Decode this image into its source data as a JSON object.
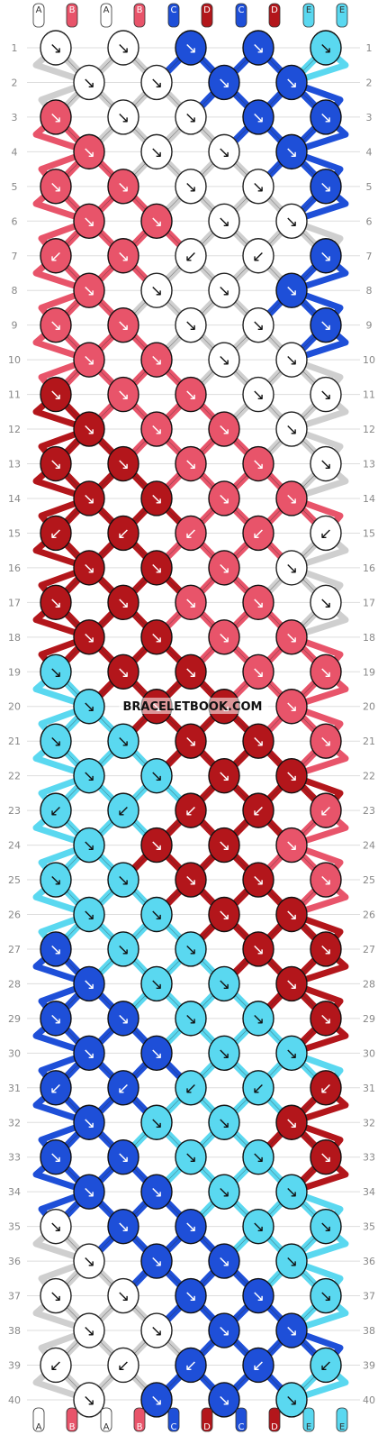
{
  "watermark": "BRACELETBOOK.COM",
  "colors": {
    "A": "#ffffff",
    "B": "#e8546a",
    "C": "#1e4fd8",
    "D": "#b3161b",
    "E": "#5ad8f0"
  },
  "strand_labels_top": [
    "A",
    "B",
    "A",
    "B",
    "C",
    "D",
    "C",
    "D",
    "E",
    "E"
  ],
  "strand_labels_bottom": [
    "A",
    "B",
    "A",
    "B",
    "C",
    "D",
    "C",
    "D",
    "E",
    "E"
  ],
  "row_numbers": [
    "1",
    "2",
    "3",
    "4",
    "5",
    "6",
    "7",
    "8",
    "9",
    "10",
    "11",
    "12",
    "13",
    "14",
    "15",
    "16",
    "17",
    "18",
    "19",
    "20",
    "21",
    "22",
    "23",
    "24",
    "25",
    "26",
    "27",
    "28",
    "29",
    "30",
    "31",
    "32",
    "33",
    "34",
    "35",
    "36",
    "37",
    "38",
    "39",
    "40"
  ],
  "knot_rows": [
    [
      "A",
      "A",
      "C",
      "C",
      "E"
    ],
    [
      "A",
      "A",
      "C",
      "C"
    ],
    [
      "B",
      "A",
      "A",
      "C",
      "C"
    ],
    [
      "B",
      "A",
      "A",
      "C"
    ],
    [
      "B",
      "B",
      "A",
      "A",
      "C"
    ],
    [
      "B",
      "B",
      "A",
      "A"
    ],
    [
      "B",
      "B",
      "A",
      "A",
      "C"
    ],
    [
      "B",
      "A",
      "A",
      "C"
    ],
    [
      "B",
      "B",
      "A",
      "A",
      "C"
    ],
    [
      "B",
      "B",
      "A",
      "A"
    ],
    [
      "D",
      "B",
      "B",
      "A",
      "A"
    ],
    [
      "D",
      "B",
      "B",
      "A"
    ],
    [
      "D",
      "D",
      "B",
      "B",
      "A"
    ],
    [
      "D",
      "D",
      "B",
      "B"
    ],
    [
      "D",
      "D",
      "B",
      "B",
      "A"
    ],
    [
      "D",
      "D",
      "B",
      "A"
    ],
    [
      "D",
      "D",
      "B",
      "B",
      "A"
    ],
    [
      "D",
      "D",
      "B",
      "B"
    ],
    [
      "E",
      "D",
      "D",
      "B",
      "B"
    ],
    [
      "E",
      "D",
      "D",
      "B"
    ],
    [
      "E",
      "E",
      "D",
      "D",
      "B"
    ],
    [
      "E",
      "E",
      "D",
      "D"
    ],
    [
      "E",
      "E",
      "D",
      "D",
      "B"
    ],
    [
      "E",
      "D",
      "D",
      "B"
    ],
    [
      "E",
      "E",
      "D",
      "D",
      "B"
    ],
    [
      "E",
      "E",
      "D",
      "D"
    ],
    [
      "C",
      "E",
      "E",
      "D",
      "D"
    ],
    [
      "C",
      "E",
      "E",
      "D"
    ],
    [
      "C",
      "C",
      "E",
      "E",
      "D"
    ],
    [
      "C",
      "C",
      "E",
      "E"
    ],
    [
      "C",
      "C",
      "E",
      "E",
      "D"
    ],
    [
      "C",
      "E",
      "E",
      "D"
    ],
    [
      "C",
      "C",
      "E",
      "E",
      "D"
    ],
    [
      "C",
      "C",
      "E",
      "E"
    ],
    [
      "A",
      "C",
      "C",
      "E",
      "E"
    ],
    [
      "A",
      "C",
      "C",
      "E"
    ],
    [
      "A",
      "A",
      "C",
      "C",
      "E"
    ],
    [
      "A",
      "A",
      "C",
      "C"
    ],
    [
      "A",
      "A",
      "C",
      "C",
      "E"
    ],
    [
      "A",
      "C",
      "C",
      "E"
    ]
  ],
  "knot_arrows": [
    [
      "↘",
      "↘",
      "↘",
      "↘",
      "↘"
    ],
    [
      "↘",
      "↘",
      "↘",
      "↘"
    ],
    [
      "↘",
      "↘",
      "↘",
      "↘",
      "↘"
    ],
    [
      "↘",
      "↘",
      "↘",
      "↘"
    ],
    [
      "↘",
      "↘",
      "↘",
      "↘",
      "↘"
    ],
    [
      "↘",
      "↘",
      "↘",
      "↘"
    ],
    [
      "↙",
      "↘",
      "↙",
      "↙",
      "↘"
    ],
    [
      "↘",
      "↘",
      "↘",
      "↘"
    ],
    [
      "↘",
      "↘",
      "↘",
      "↘",
      "↘"
    ],
    [
      "↘",
      "↘",
      "↘",
      "↘"
    ],
    [
      "↘",
      "↘",
      "↘",
      "↘",
      "↘"
    ],
    [
      "↘",
      "↘",
      "↘",
      "↘"
    ],
    [
      "↘",
      "↘",
      "↘",
      "↘",
      "↘"
    ],
    [
      "↘",
      "↘",
      "↘",
      "↘"
    ],
    [
      "↙",
      "↙",
      "↙",
      "↙",
      "↙"
    ],
    [
      "↘",
      "↘",
      "↘",
      "↘"
    ],
    [
      "↘",
      "↘",
      "↘",
      "↘",
      "↘"
    ],
    [
      "↘",
      "↘",
      "↘",
      "↘"
    ],
    [
      "↘",
      "↘",
      "↘",
      "↘",
      "↘"
    ],
    [
      "↘",
      "↘",
      "↘",
      "↘"
    ],
    [
      "↘",
      "↘",
      "↘",
      "↘",
      "↘"
    ],
    [
      "↘",
      "↘",
      "↘",
      "↘"
    ],
    [
      "↙",
      "↙",
      "↙",
      "↙",
      "↙"
    ],
    [
      "↘",
      "↘",
      "↘",
      "↘"
    ],
    [
      "↘",
      "↘",
      "↘",
      "↘",
      "↘"
    ],
    [
      "↘",
      "↘",
      "↘",
      "↘"
    ],
    [
      "↘",
      "↘",
      "↘",
      "↘",
      "↘"
    ],
    [
      "↘",
      "↘",
      "↘",
      "↘"
    ],
    [
      "↘",
      "↘",
      "↘",
      "↘",
      "↘"
    ],
    [
      "↘",
      "↘",
      "↘",
      "↘"
    ],
    [
      "↙",
      "↙",
      "↙",
      "↙",
      "↙"
    ],
    [
      "↘",
      "↘",
      "↘",
      "↘"
    ],
    [
      "↘",
      "↘",
      "↘",
      "↘",
      "↘"
    ],
    [
      "↘",
      "↘",
      "↘",
      "↘"
    ],
    [
      "↘",
      "↘",
      "↘",
      "↘",
      "↘"
    ],
    [
      "↘",
      "↘",
      "↘",
      "↘"
    ],
    [
      "↘",
      "↘",
      "↘",
      "↘",
      "↘"
    ],
    [
      "↘",
      "↘",
      "↘",
      "↘"
    ],
    [
      "↙",
      "↙",
      "↙",
      "↙",
      "↙"
    ],
    [
      "↘",
      "↘",
      "↘",
      "↘"
    ]
  ]
}
